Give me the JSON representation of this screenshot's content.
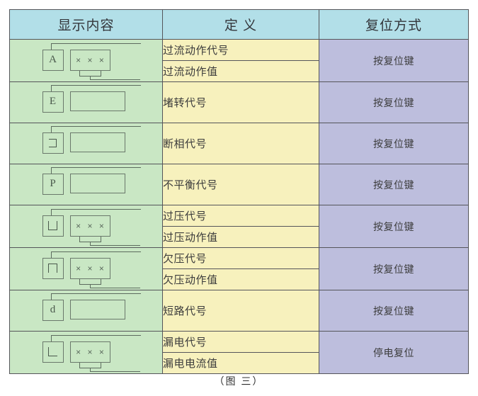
{
  "table": {
    "headers": {
      "display": "显示内容",
      "definition": "定 义",
      "reset": "复位方式"
    },
    "rows": [
      {
        "display": {
          "letter": "A",
          "letter_kind": "text",
          "digits": "× × ×",
          "has_value_box": true,
          "icon_name": "display-icon-overcurrent"
        },
        "definitions": [
          "过流动作代号",
          "过流动作值"
        ],
        "reset": "按复位键"
      },
      {
        "display": {
          "letter": "E",
          "letter_kind": "text",
          "digits": "",
          "has_value_box": false,
          "icon_name": "display-icon-stall"
        },
        "definitions": [
          "堵转代号"
        ],
        "reset": "按复位键"
      },
      {
        "display": {
          "letter": "C",
          "letter_kind": "symbol-c",
          "digits": "",
          "has_value_box": false,
          "icon_name": "display-icon-phase-loss"
        },
        "definitions": [
          "断相代号"
        ],
        "reset": "按复位键"
      },
      {
        "display": {
          "letter": "P",
          "letter_kind": "text",
          "digits": "",
          "has_value_box": false,
          "icon_name": "display-icon-unbalance"
        },
        "definitions": [
          "不平衡代号"
        ],
        "reset": "按复位键"
      },
      {
        "display": {
          "letter": "∪",
          "letter_kind": "symbol-u",
          "digits": "× × ×",
          "has_value_box": true,
          "icon_name": "display-icon-overvoltage"
        },
        "definitions": [
          "过压代号",
          "过压动作值"
        ],
        "reset": "按复位键"
      },
      {
        "display": {
          "letter": "∩",
          "letter_kind": "symbol-n",
          "digits": "× × ×",
          "has_value_box": true,
          "icon_name": "display-icon-undervoltage"
        },
        "definitions": [
          "欠压代号",
          "欠压动作值"
        ],
        "reset": "按复位键"
      },
      {
        "display": {
          "letter": "d",
          "letter_kind": "text",
          "digits": "",
          "has_value_box": false,
          "icon_name": "display-icon-short-circuit"
        },
        "definitions": [
          "短路代号"
        ],
        "reset": "按复位键"
      },
      {
        "display": {
          "letter": "L",
          "letter_kind": "symbol-l",
          "digits": "× × ×",
          "has_value_box": true,
          "icon_name": "display-icon-earth-leakage"
        },
        "definitions": [
          "漏电代号",
          "漏电电流值"
        ],
        "reset": "停电复位"
      }
    ]
  },
  "caption": "（图 三）",
  "colors": {
    "header_bg": "#b2dfe8",
    "display_bg": "#c9e7c4",
    "definition_bg": "#f7f1bd",
    "reset_bg": "#bdbedd",
    "border": "#55555a",
    "glyph_stroke": "#5c6b5e"
  }
}
